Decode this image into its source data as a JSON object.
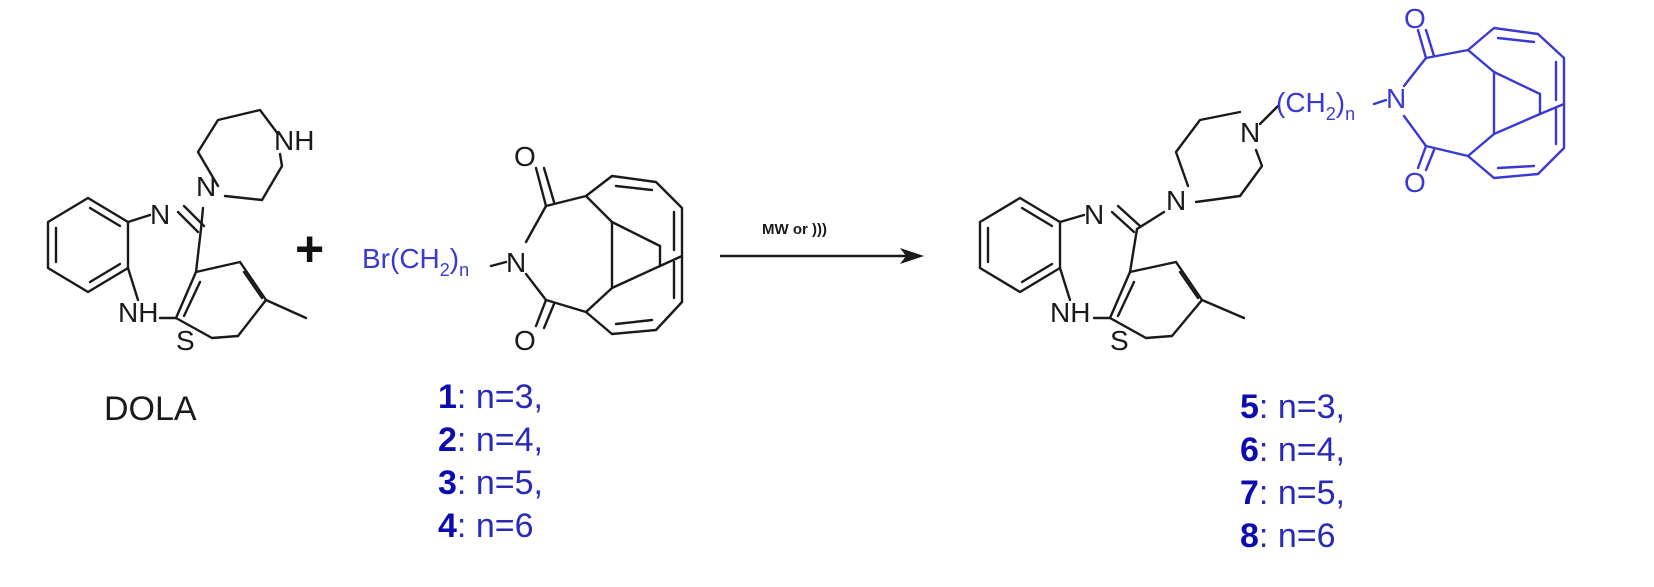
{
  "reactant1": {
    "name": "DOLA",
    "atoms": {
      "n_imine": "N",
      "nh_piperazine": "NH",
      "nh_ring": "NH",
      "s": "S",
      "n_pip": "N"
    }
  },
  "plus": "+",
  "reagent": {
    "chain": "Br(CH",
    "chain_sub": "2",
    "chain_close": ")",
    "chain_n": "n",
    "n_imide": "N",
    "o1": "O",
    "o2": "O",
    "variants": [
      {
        "num": "1",
        "text": ": n=3,"
      },
      {
        "num": "2",
        "text": ": n=4,"
      },
      {
        "num": "3",
        "text": ": n=5,"
      },
      {
        "num": "4",
        "text": ": n=6"
      }
    ]
  },
  "arrow": {
    "conditions": "MW or )))"
  },
  "product": {
    "chain": "(CH",
    "chain_sub": "2",
    "chain_close": ")",
    "chain_n": "n",
    "atoms": {
      "n_pip_top": "N",
      "n_pip_bottom": "N",
      "n_imine": "N",
      "nh_ring": "NH",
      "s": "S",
      "n_imide": "N",
      "o1": "O",
      "o2": "O"
    },
    "variants": [
      {
        "num": "5",
        "text": ": n=3,"
      },
      {
        "num": "6",
        "text": ": n=4,"
      },
      {
        "num": "7",
        "text": ": n=5,"
      },
      {
        "num": "8",
        "text": ": n=6"
      }
    ]
  }
}
